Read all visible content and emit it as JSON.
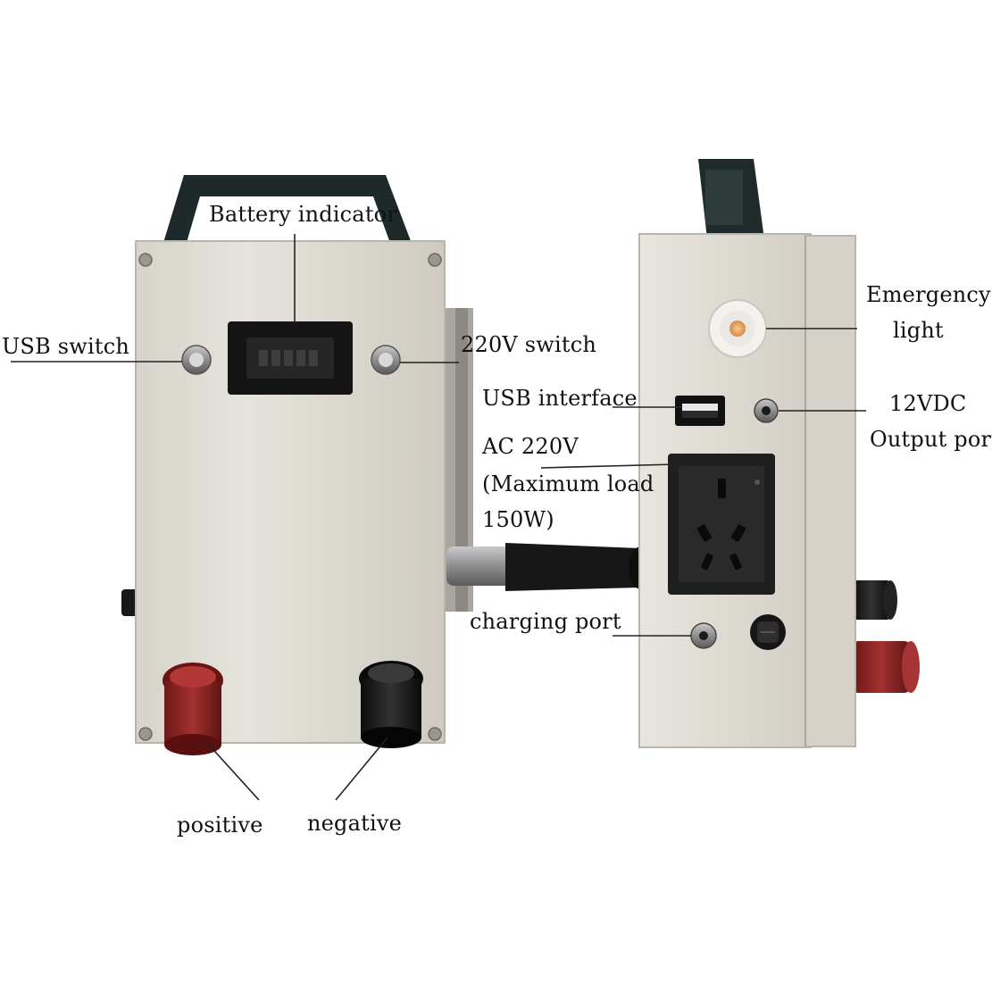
{
  "labels": {
    "battery_indicator": "Battery indicator",
    "usb_switch": "USB switch",
    "switch_220v": "220V switch",
    "emergency_light_line1": "Emergency",
    "emergency_light_line2": "light",
    "usb_interface": "USB interface",
    "dc_output_line1": "12VDC",
    "dc_output_line2": "Output port",
    "ac_line1": "AC 220V",
    "ac_line2": "(Maximum load",
    "ac_line3": "150W)",
    "charging_port": "charging port",
    "positive": "positive",
    "negative": "negative"
  },
  "colors": {
    "background": "#ffffff",
    "housing": "#e4e1d9",
    "housing_shadow": "#c9c5bb",
    "handle": "#1e2a2a",
    "terminal_positive": "#8e2424",
    "terminal_negative": "#151515",
    "socket": "#1f1f1f",
    "lamp": "#f0b47a",
    "leader_line": "#222222"
  }
}
